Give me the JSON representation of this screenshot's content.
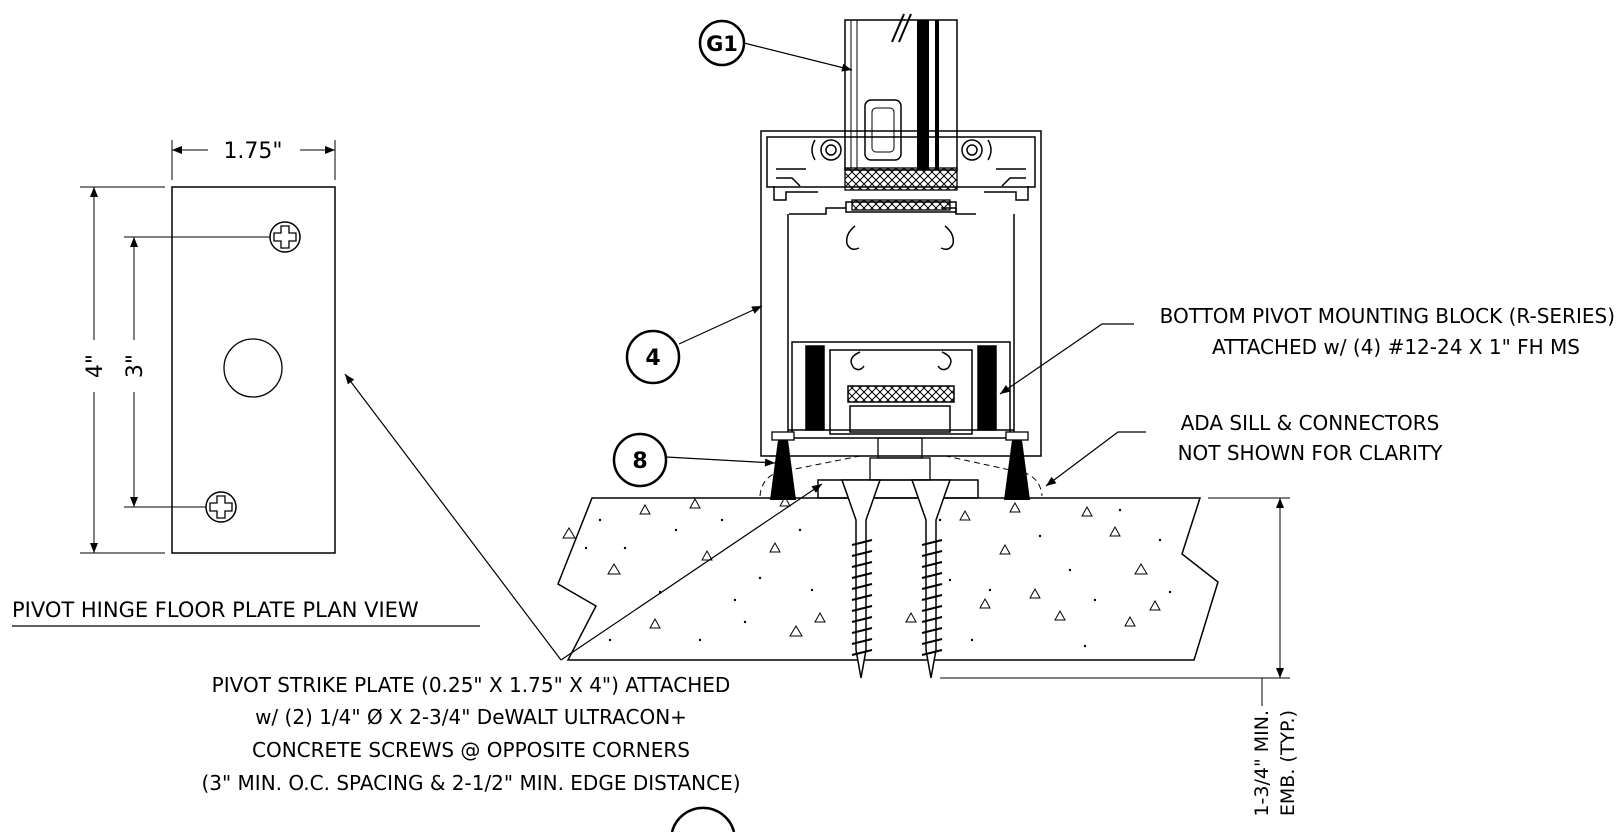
{
  "plan_view": {
    "width_dim": "1.75\"",
    "height_dim": "4\"",
    "spacing_dim": "3\"",
    "title": "PIVOT HINGE FLOOR PLATE PLAN VIEW"
  },
  "callouts": {
    "glass": "G1",
    "frame": "4",
    "anchor": "8"
  },
  "notes": {
    "mounting_block": {
      "line1": "BOTTOM PIVOT MOUNTING BLOCK (R-SERIES)",
      "line2": "ATTACHED w/ (4) #12-24 X 1\" FH MS"
    },
    "ada_sill": {
      "line1": "ADA SILL & CONNECTORS",
      "line2": "NOT SHOWN FOR CLARITY"
    },
    "strike_plate": {
      "line1": "PIVOT STRIKE PLATE (0.25\" X 1.75\" X 4\") ATTACHED",
      "line2": "w/ (2) 1/4\" Ø X 2-3/4\" DeWALT ULTRACON+",
      "line3": "CONCRETE SCREWS @ OPPOSITE CORNERS",
      "line4": "(3\" MIN. O.C. SPACING & 2-1/2\" MIN. EDGE DISTANCE)"
    },
    "embedment": {
      "line1": "1-3/4\" MIN.",
      "line2": "EMB. (TYP.)"
    }
  }
}
